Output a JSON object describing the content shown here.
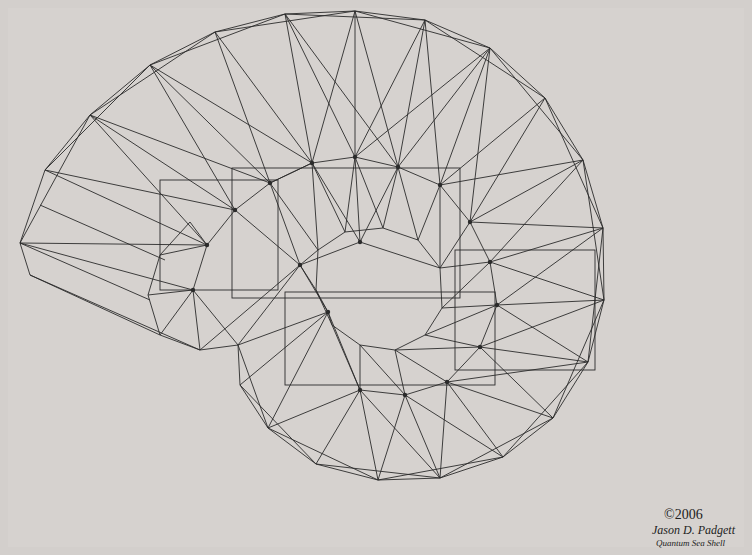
{
  "diagram": {
    "labels": [
      "©2006",
      "Jason D. Padgett",
      "Quantum Sea Shell"
    ]
  }
}
